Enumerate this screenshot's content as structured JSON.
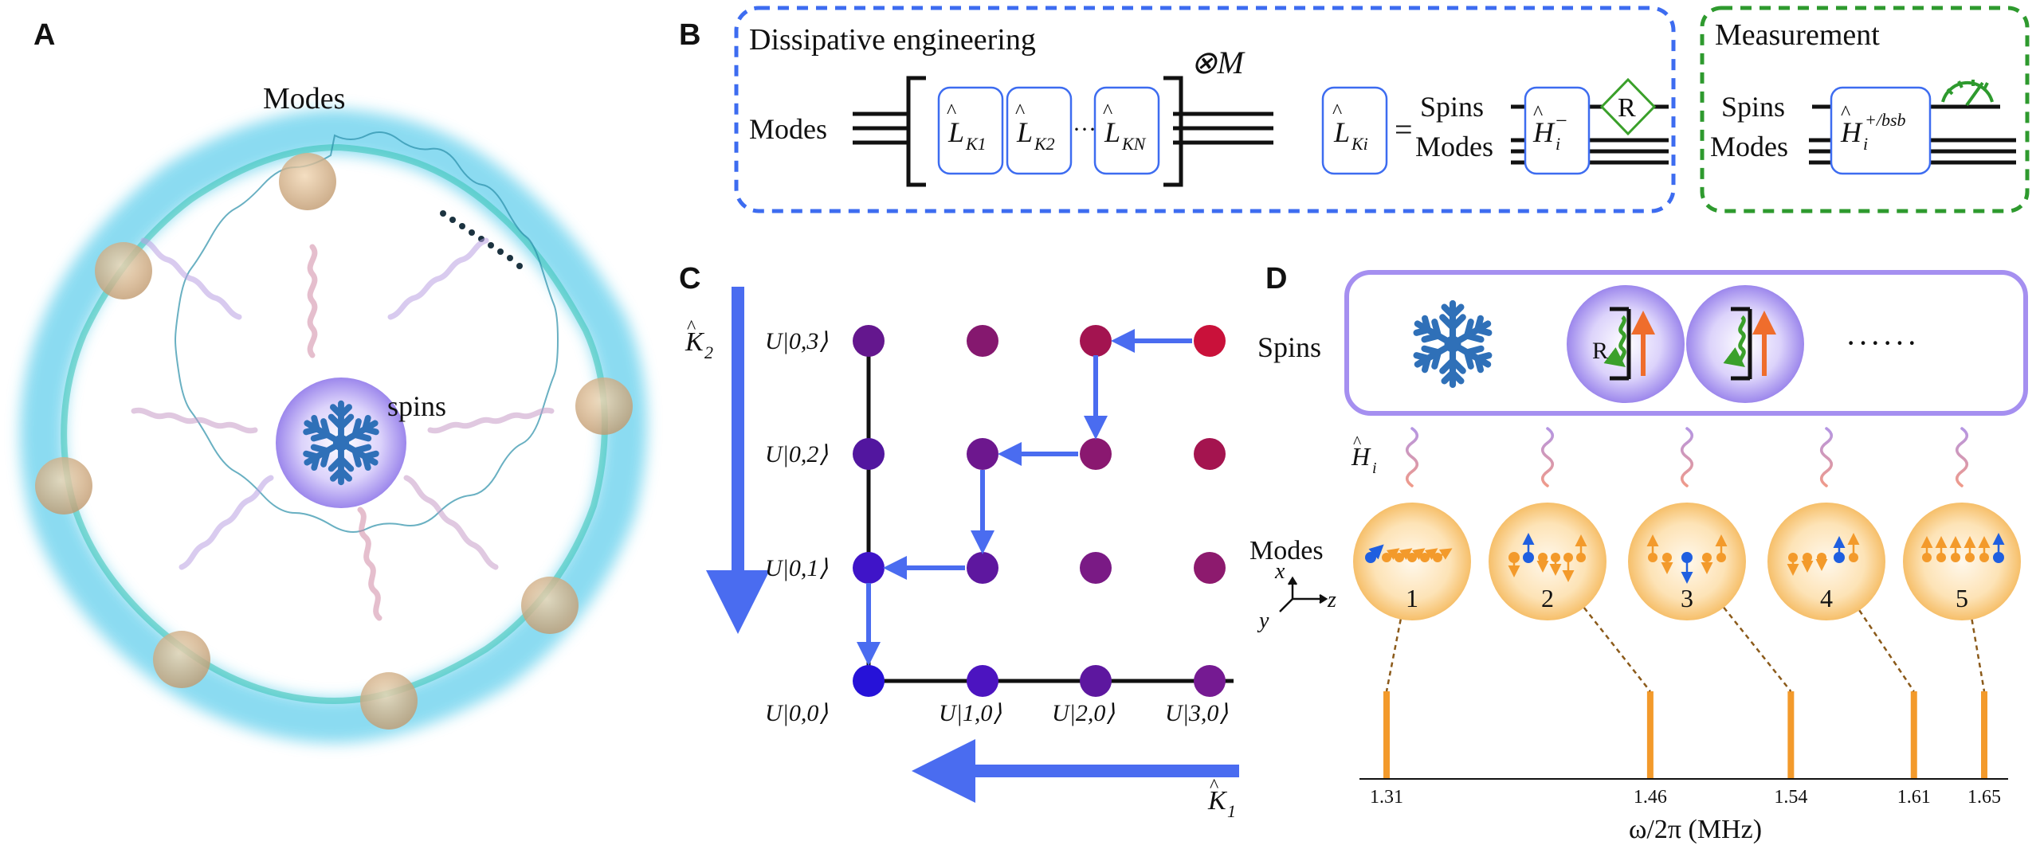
{
  "panels": {
    "a": "A",
    "b": "B",
    "c": "C",
    "d": "D"
  },
  "panel_a": {
    "modes_label": "Modes",
    "spins_label": "spins"
  },
  "panel_b": {
    "dissipative_title": "Dissipative engineering",
    "measurement_title": "Measurement",
    "modes_label": "Modes",
    "spins_label": "Spins",
    "repeat_label": "⊗M",
    "op_L": "L",
    "op_sub_1": "K1",
    "op_sub_2": "K2",
    "op_sub_n": "KN",
    "op_sub_i": "Ki",
    "ellipsis": "···",
    "equals": "=",
    "op_H_minus": "Hi−",
    "op_H_bsb": "Hi+/bsb",
    "r_gate": "R"
  },
  "panel_c": {
    "axis_k1": "K1",
    "axis_k2": "K2",
    "state_00": "U|0,0⟩",
    "state_01": "U|0,1⟩",
    "state_02": "U|0,2⟩",
    "state_03": "U|0,3⟩",
    "state_10": "U|1,0⟩",
    "state_20": "U|2,0⟩",
    "state_30": "U|3,0⟩"
  },
  "panel_d": {
    "spins_label": "Spins",
    "modes_label": "Modes",
    "coupling_label": "Hi",
    "r_label": "R",
    "ellipsis": "······",
    "axis_x": "x",
    "axis_y": "y",
    "axis_z": "z",
    "mode_numbers": [
      "1",
      "2",
      "3",
      "4",
      "5"
    ],
    "xlabel": "ω/2π (MHz)"
  },
  "chart_data": {
    "type": "bar",
    "title": "",
    "xlabel": "ω/2π (MHz)",
    "ylabel": "",
    "categories": [
      "1",
      "2",
      "3",
      "4",
      "5"
    ],
    "x": [
      1.31,
      1.46,
      1.54,
      1.61,
      1.65
    ],
    "tick_labels": [
      "1.31",
      "1.46",
      "1.54",
      "1.61",
      "1.65"
    ],
    "xlim": [
      1.31,
      1.65
    ],
    "color": "#f39a2b"
  },
  "colors": {
    "blue_arrow": "#4a6cf0",
    "dashed_blue": "#3d6cf0",
    "dashed_green": "#2e9a2e",
    "orange": "#f39a2b",
    "spin_panel": "#a58ff0",
    "node_purple": "#7a1d92",
    "node_red": "#c9143a",
    "node_blue": "#2d1ad6"
  }
}
